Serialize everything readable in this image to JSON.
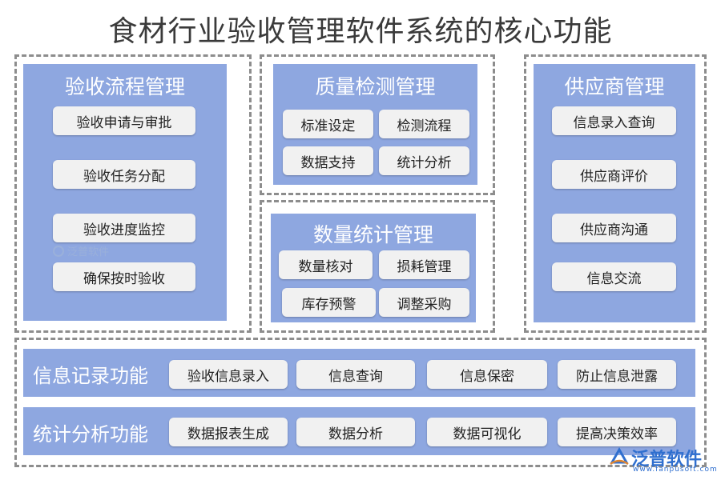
{
  "title": "食材行业验收管理软件系统的核心功能",
  "modules": {
    "acceptance": {
      "title": "验收流程管理",
      "items": [
        "验收申请与审批",
        "验收任务分配",
        "验收进度监控",
        "确保按时验收"
      ]
    },
    "quality": {
      "title": "质量检测管理",
      "items": [
        "标准设定",
        "检测流程",
        "数据支持",
        "统计分析"
      ]
    },
    "quantity": {
      "title": "数量统计管理",
      "items": [
        "数量核对",
        "损耗管理",
        "库存预警",
        "调整采购"
      ]
    },
    "supplier": {
      "title": "供应商管理",
      "items": [
        "信息录入查询",
        "供应商评价",
        "供应商沟通",
        "信息交流"
      ]
    },
    "info_record": {
      "title": "信息记录功能",
      "items": [
        "验收信息录入",
        "信息查询",
        "信息保密",
        "防止信息泄露"
      ]
    },
    "stat_analysis": {
      "title": "统计分析功能",
      "items": [
        "数据报表生成",
        "数据分析",
        "数据可视化",
        "提高决策效率"
      ]
    }
  },
  "watermark": "泛普软件",
  "logo": {
    "name": "泛普软件",
    "url": "www.fanpusoft.com",
    "color": "#2f6fcf"
  },
  "colors": {
    "panel": "#8ea7e0",
    "chip": "#f1f1f1",
    "dash": "#8d8d8d"
  }
}
